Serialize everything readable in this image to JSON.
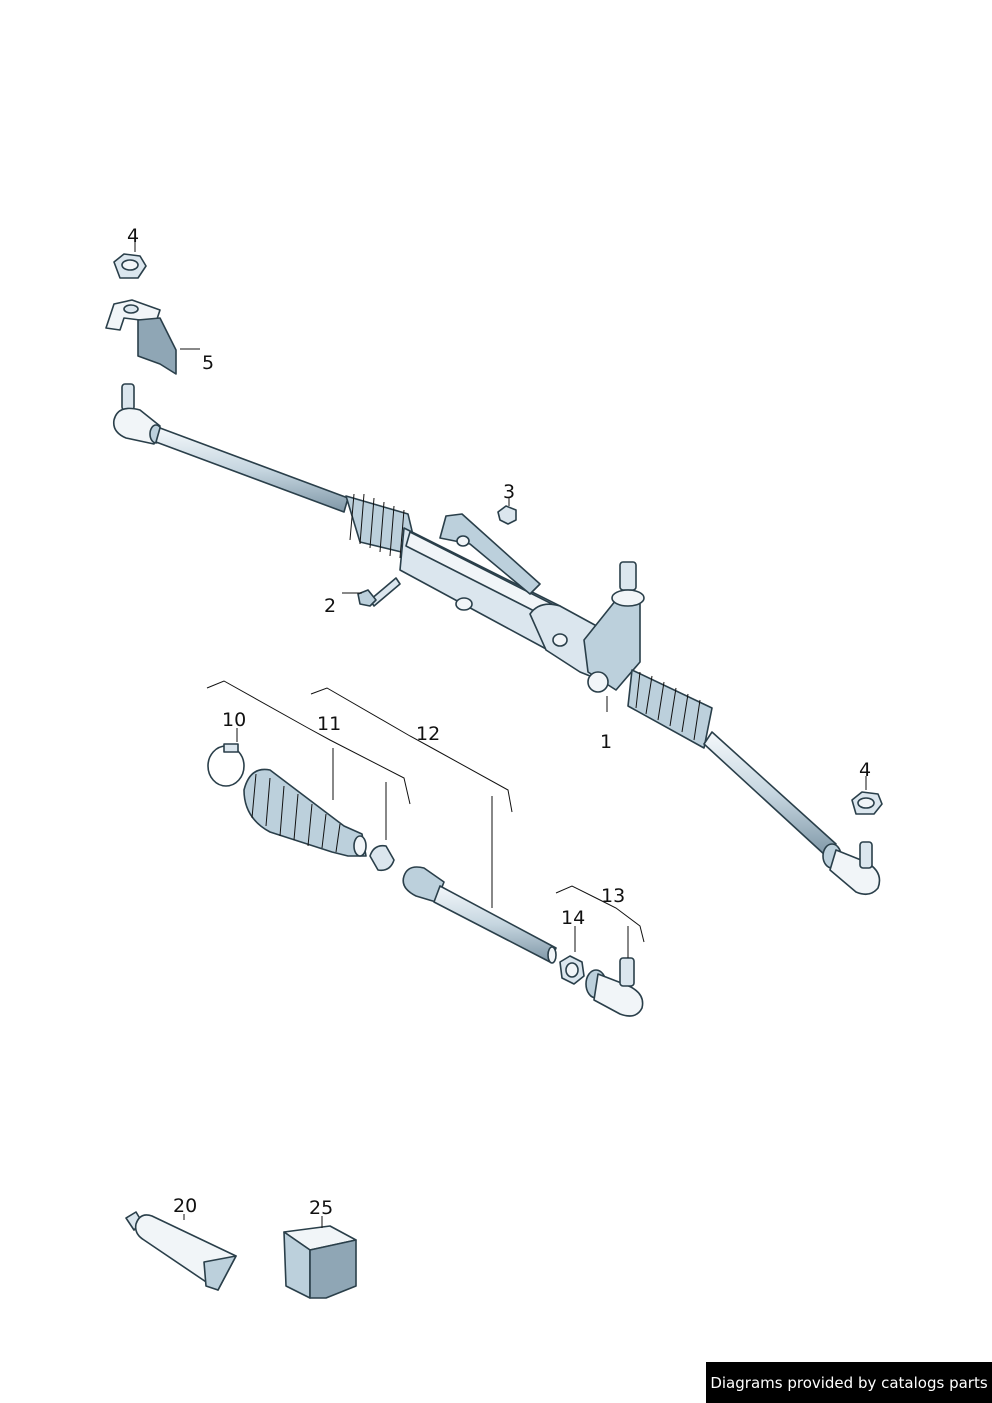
{
  "labels": {
    "p1": "1",
    "p2": "2",
    "p3": "3",
    "p4a": "4",
    "p4b": "4",
    "p5": "5",
    "p10": "10",
    "p11": "11",
    "p12": "12",
    "p13": "13",
    "p14": "14",
    "p20": "20",
    "p25": "25"
  },
  "credit": "Diagrams provided by catalogs parts",
  "colors": {
    "part_light": "#dbe6ee",
    "part_mid": "#bcd0dc",
    "part_dark": "#8fa6b5",
    "outline": "#2a3f4a"
  }
}
